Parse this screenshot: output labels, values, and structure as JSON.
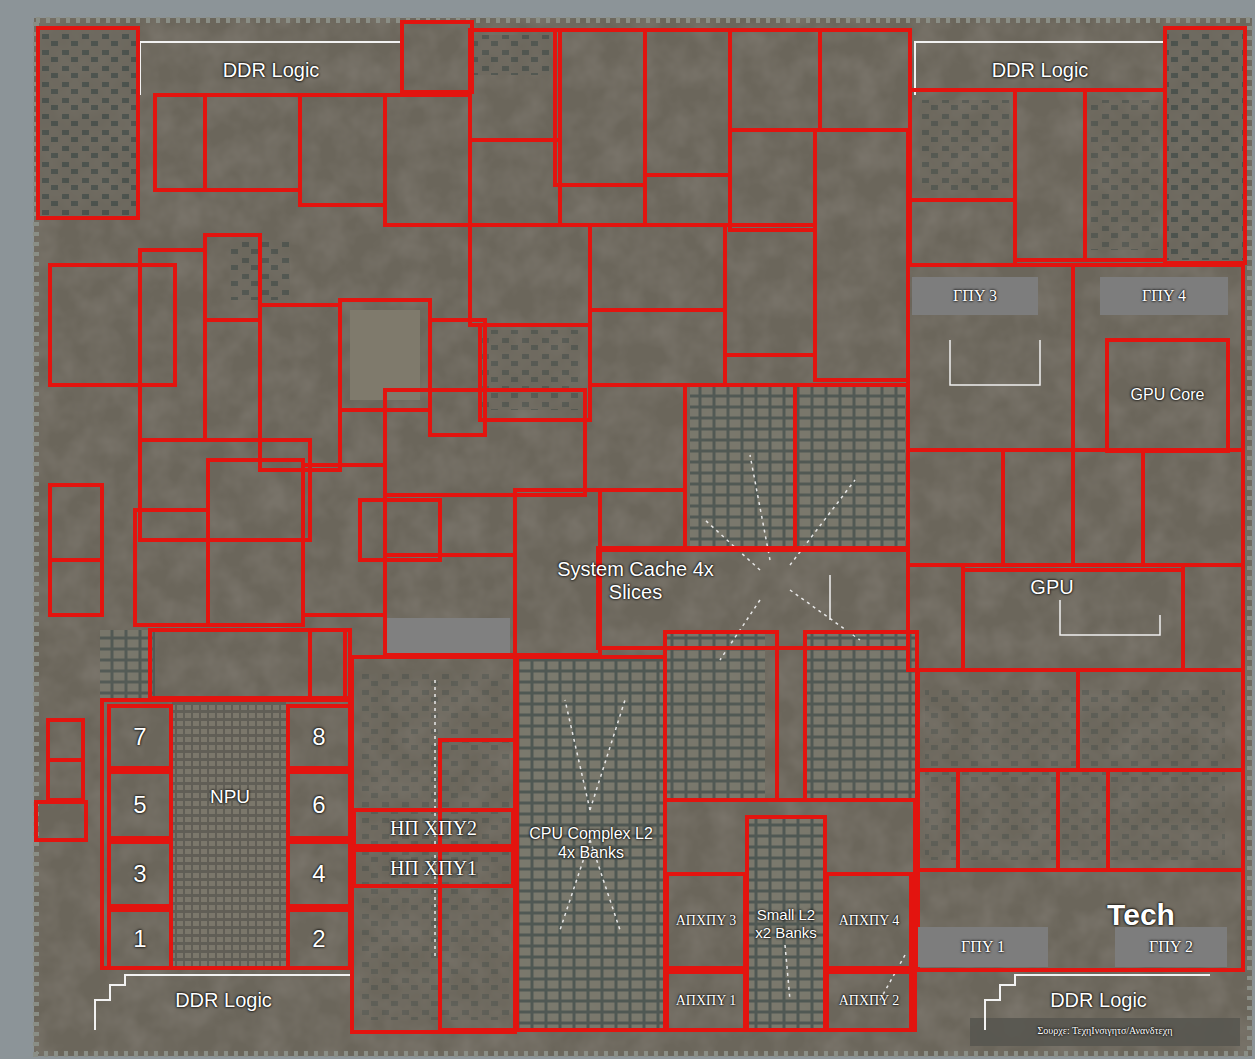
{
  "diagram": {
    "nodes": [
      {
        "text": [
          "DDR Logic"
        ]
      },
      {
        "text": [
          "DDR Logic"
        ]
      },
      {
        "text": [
          "ΓΠΥ 3"
        ]
      },
      {
        "text": [
          "ΓΠΥ 4"
        ]
      },
      {
        "text": [
          "GPU Core"
        ]
      },
      {
        "text": [
          "NPU"
        ]
      },
      {
        "text": [
          "7"
        ],
        "in": 5
      },
      {
        "text": [
          "8"
        ],
        "in": 5
      },
      {
        "text": [
          "5"
        ],
        "in": 5
      },
      {
        "text": [
          "6"
        ],
        "in": 5
      },
      {
        "text": [
          "3"
        ],
        "in": 5
      },
      {
        "text": [
          "4"
        ],
        "in": 5
      },
      {
        "text": [
          "1"
        ],
        "in": 5
      },
      {
        "text": [
          "2"
        ],
        "in": 5
      },
      {
        "text": [
          "ΗΠ ΧΠΥ2"
        ]
      },
      {
        "text": [
          "ΗΠ ΧΠΥ1"
        ]
      },
      {
        "text": [
          "CPU Complex L2 4x Banks"
        ]
      },
      {
        "text": [
          "ΑΠΧΠΥ 3"
        ]
      },
      {
        "text": [
          "Small L2 x2 Banks"
        ]
      },
      {
        "text": [
          "ΑΠΧΠΥ 4"
        ]
      },
      {
        "text": [
          "ΑΠΧΠΥ 1"
        ]
      },
      {
        "text": [
          "ΑΠΧΠΥ 2"
        ]
      },
      {
        "text": [
          "ΓΠΥ 1"
        ]
      },
      {
        "text": [
          "ΓΠΥ 2"
        ]
      },
      {
        "text": [
          "DDR Logic"
        ]
      },
      {
        "text": [
          "DDR Logic"
        ]
      }
    ],
    "labels": [
      "System Cache 4x Slices",
      "GPU",
      "Tech",
      "Σουρχε: ΤεχηΙνσιγητσ/Ανανδτεχη"
    ]
  }
}
